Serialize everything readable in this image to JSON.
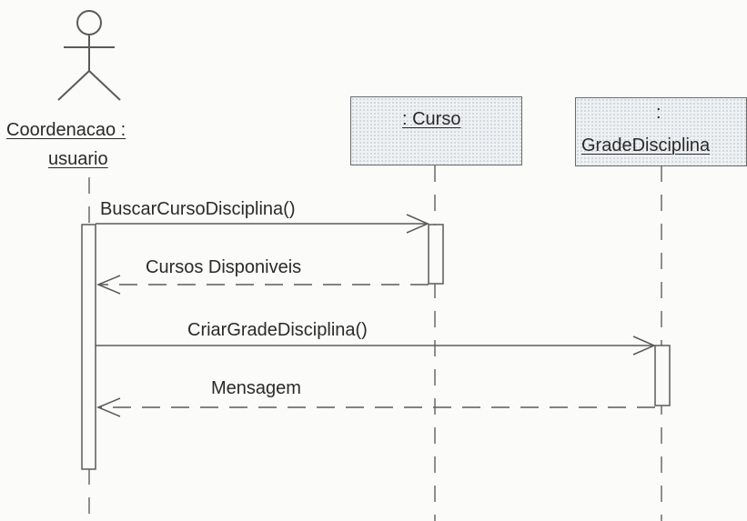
{
  "actor": {
    "name_line1": "Coordenacao :",
    "name_line2": "usuario"
  },
  "objects": [
    {
      "name": ": Curso"
    },
    {
      "name_line1": ":",
      "name_line2": "GradeDisciplina"
    }
  ],
  "messages": [
    {
      "label": "BuscarCursoDisciplina()",
      "kind": "call"
    },
    {
      "label": "Cursos Disponiveis",
      "kind": "return"
    },
    {
      "label": "CriarGradeDisciplina()",
      "kind": "call"
    },
    {
      "label": "Mensagem",
      "kind": "return"
    }
  ],
  "colors": {
    "line": "#5a5a5a",
    "box_fill": "#eef1f3",
    "text": "#2a2a2a"
  }
}
